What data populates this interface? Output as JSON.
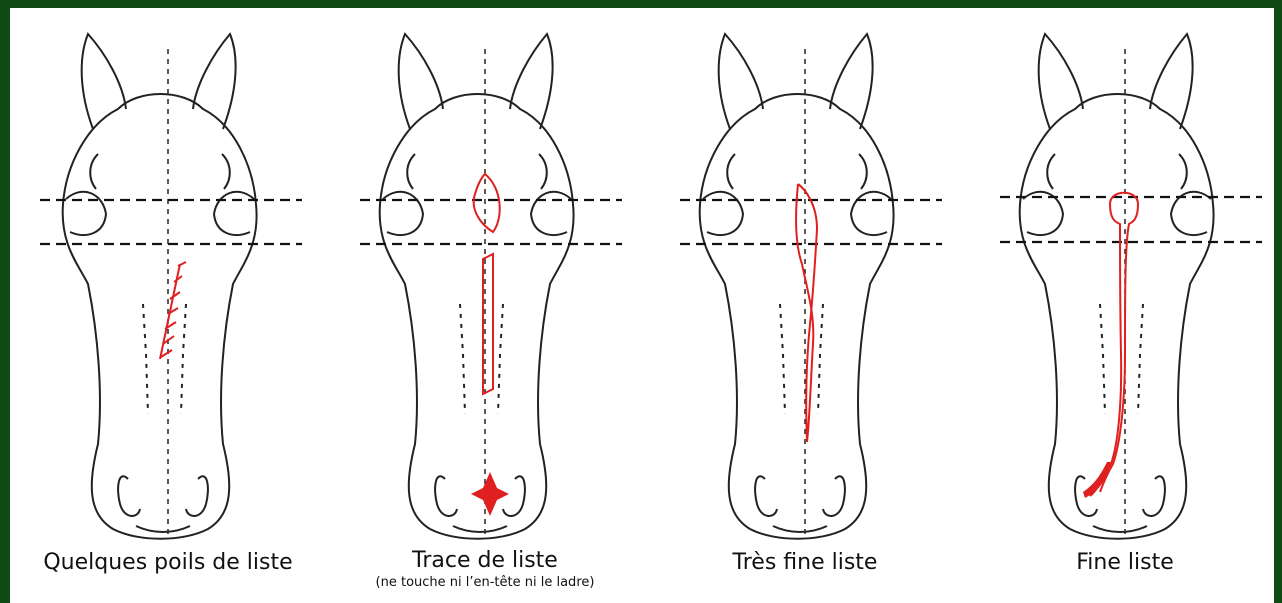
{
  "panels": [
    {
      "label": "Quelques poils de liste"
    },
    {
      "label": "Trace de liste",
      "sublabel": "(ne touche ni l’en-tête ni le ladre)"
    },
    {
      "label": "Très fine liste"
    },
    {
      "label": "Fine liste"
    }
  ],
  "colors": {
    "frame": "#0f4a12",
    "line": "#222222",
    "marking": "#e02020"
  }
}
